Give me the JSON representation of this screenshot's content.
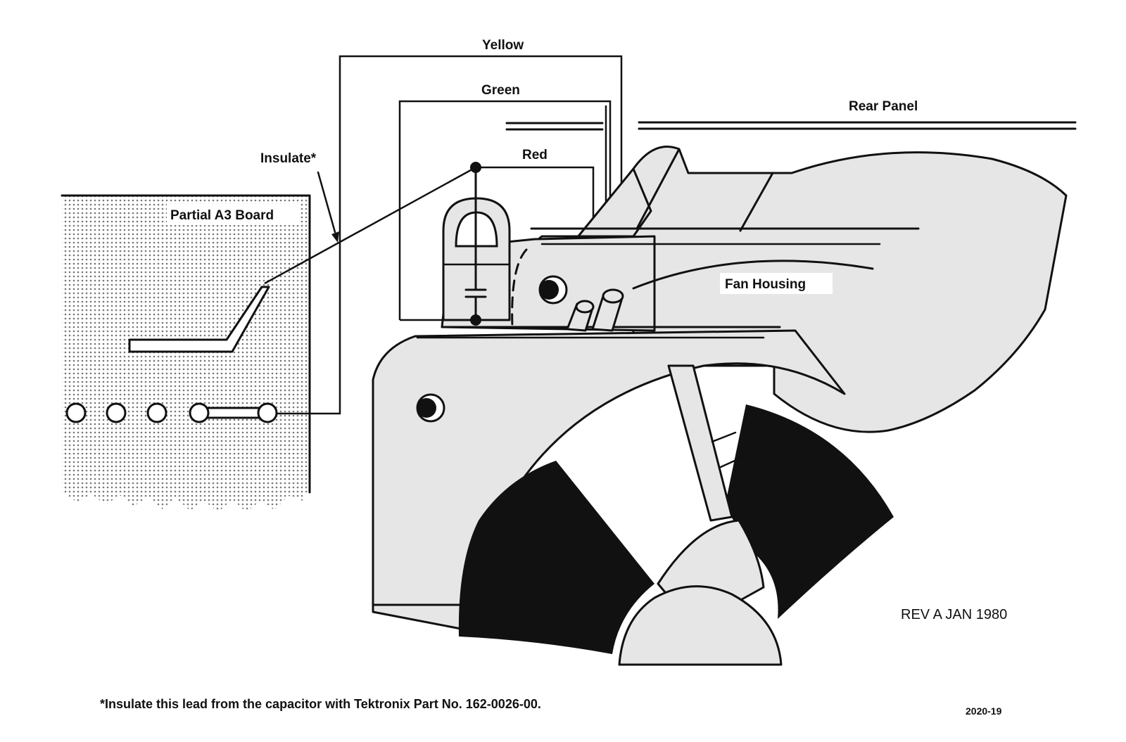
{
  "labels": {
    "yellow": "Yellow",
    "green": "Green",
    "red": "Red",
    "rear_panel": "Rear Panel",
    "insulate": "Insulate*",
    "partial_a3_board": "Partial A3 Board",
    "fan_housing": "Fan Housing"
  },
  "revision": "REV A JAN 1980",
  "footnote": "*Insulate this lead from the capacitor with Tektronix Part No. 162-0026-00.",
  "figure_number": "2020-19",
  "colors": {
    "ink": "#111111",
    "housing_fill": "#e6e6e6",
    "board_dots": "#777777"
  }
}
